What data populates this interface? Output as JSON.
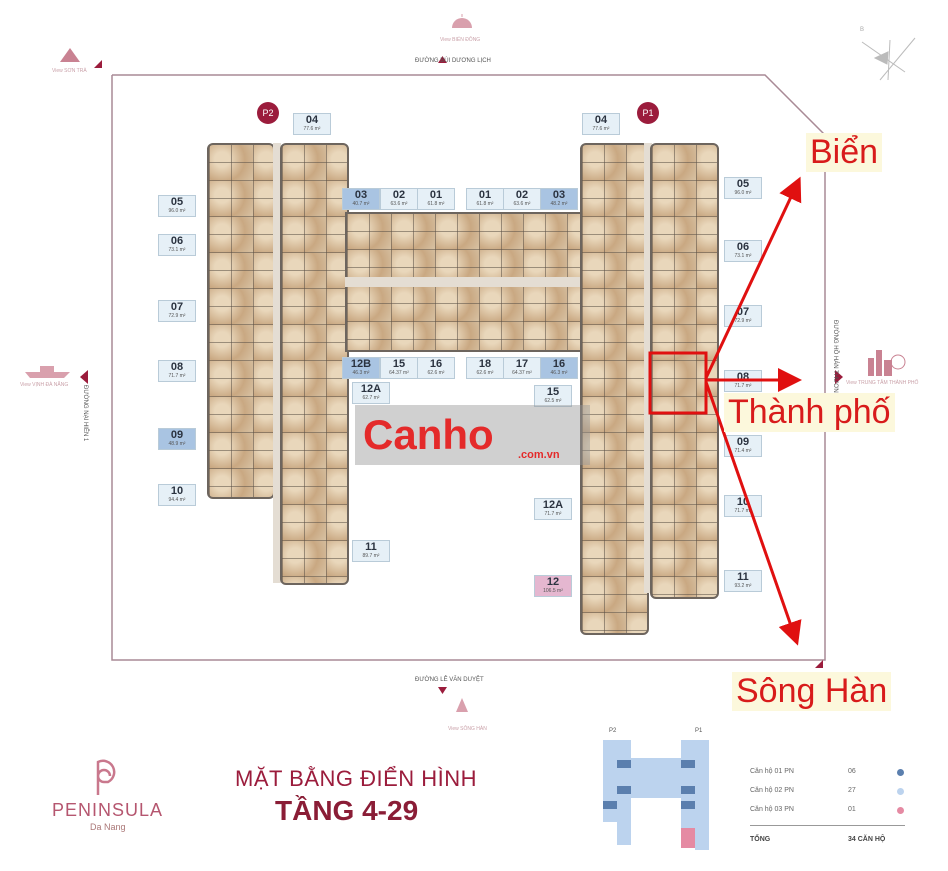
{
  "roads": {
    "north": "ĐƯỜNG BÙI DƯƠNG LỊCH",
    "south": "ĐƯỜNG LÊ VĂN DUYỆT",
    "west": "ĐƯỜNG NẠI HIÊN 1",
    "east": "ĐƯỜNG HỒ HÁN THƯƠNG"
  },
  "views": {
    "north": "View BIỂN ĐÔNG",
    "northwest": "View SƠN TRÀ",
    "west": "View VỊNH ĐÀ NẴNG",
    "east": "View TRUNG TÂM THÀNH PHỐ",
    "south": "View SÔNG HÀN"
  },
  "compass": "B",
  "towers": {
    "p2": "P2",
    "p1": "P1"
  },
  "units": [
    {
      "id": "04",
      "area": "77.6 m²",
      "type": "2pn"
    },
    {
      "id": "05",
      "area": "96.0 m²",
      "type": "2pn"
    },
    {
      "id": "06",
      "area": "73.1 m²",
      "type": "2pn"
    },
    {
      "id": "07",
      "area": "72.9 m²",
      "type": "2pn"
    },
    {
      "id": "08",
      "area": "71.7 m²",
      "type": "2pn"
    },
    {
      "id": "09",
      "area": "48.9 m²",
      "type": "1pn"
    },
    {
      "id": "10",
      "area": "94.4 m²",
      "type": "2pn"
    },
    {
      "id": "11",
      "area": "89.7 m²",
      "type": "2pn"
    },
    {
      "id": "12A",
      "area": "62.7 m²",
      "type": "2pn"
    },
    {
      "id": "12B",
      "area": "46.3 m²",
      "type": "1pn"
    },
    {
      "id": "15",
      "area": "64.37 m²",
      "type": "2pn"
    },
    {
      "id": "16",
      "area": "62.6 m²",
      "type": "2pn"
    },
    {
      "id": "03",
      "area": "40.7 m²",
      "type": "1pn"
    },
    {
      "id": "02",
      "area": "63.6 m²",
      "type": "2pn"
    },
    {
      "id": "01",
      "area": "61.8 m²",
      "type": "2pn"
    },
    {
      "id": "01",
      "area": "61.8 m²",
      "type": "2pn"
    },
    {
      "id": "02",
      "area": "63.6 m²",
      "type": "2pn"
    },
    {
      "id": "03",
      "area": "48.2 m²",
      "type": "1pn"
    },
    {
      "id": "18",
      "area": "62.6 m²",
      "type": "2pn"
    },
    {
      "id": "17",
      "area": "64.37 m²",
      "type": "2pn"
    },
    {
      "id": "16",
      "area": "46.3 m²",
      "type": "1pn"
    },
    {
      "id": "04",
      "area": "77.6 m²",
      "type": "2pn"
    },
    {
      "id": "05",
      "area": "96.0 m²",
      "type": "2pn"
    },
    {
      "id": "06",
      "area": "73.1 m²",
      "type": "2pn"
    },
    {
      "id": "07",
      "area": "72.9 m²",
      "type": "2pn"
    },
    {
      "id": "08",
      "area": "71.7 m²",
      "type": "2pn"
    },
    {
      "id": "09",
      "area": "71.4 m²",
      "type": "2pn"
    },
    {
      "id": "10",
      "area": "71.7 m²",
      "type": "2pn"
    },
    {
      "id": "11",
      "area": "93.2 m²",
      "type": "2pn"
    },
    {
      "id": "15",
      "area": "62.5 m²",
      "type": "2pn"
    },
    {
      "id": "12A",
      "area": "71.7 m²",
      "type": "2pn"
    },
    {
      "id": "12",
      "area": "106.5 m²",
      "type": "3pn"
    }
  ],
  "callouts": {
    "sea": "Biển",
    "city": "Thành phố",
    "river": "Sông Hàn"
  },
  "watermark": {
    "brand": "Canho",
    "domain": ".com.vn"
  },
  "logo": {
    "name": "PENINSULA",
    "sub": "Da Nang"
  },
  "title": {
    "line1": "MẶT BẰNG ĐIỂN HÌNH",
    "line2": "TẦNG 4-29"
  },
  "legend": {
    "rows": [
      {
        "label": "Căn hộ 01 PN",
        "count": "06",
        "color": "#5b7fae"
      },
      {
        "label": "Căn hộ 02 PN",
        "count": "27",
        "color": "#bcd3ee"
      },
      {
        "label": "Căn hộ 03 PN",
        "count": "01",
        "color": "#e58aa3"
      }
    ],
    "total_label": "TỔNG",
    "total_value": "34 CĂN HỘ"
  },
  "colors": {
    "accent": "#9b1c3c",
    "arrow": "#e01010"
  }
}
